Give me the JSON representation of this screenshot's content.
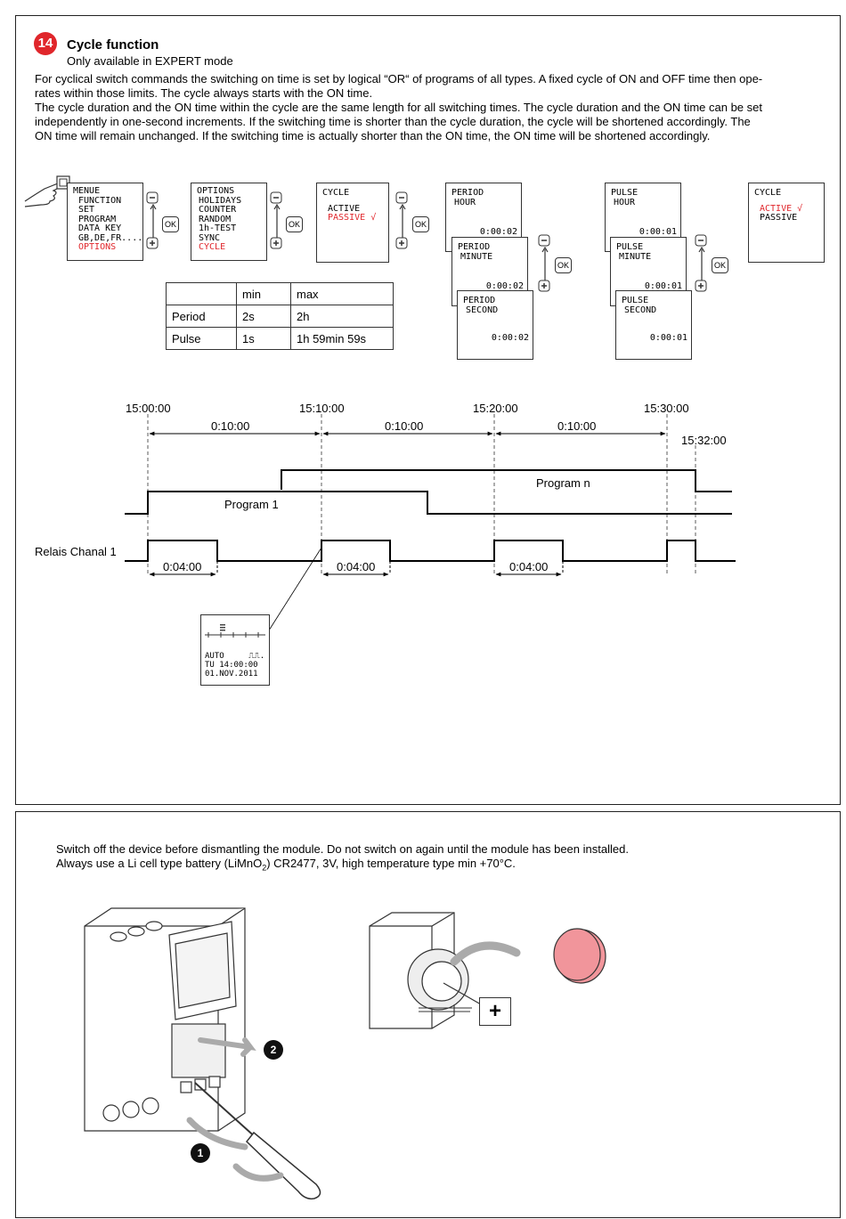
{
  "section": {
    "number": "14",
    "title": "Cycle function",
    "subtitle": "Only available in EXPERT mode",
    "paragraph1_line1": "For cyclical switch commands the switching on time is set by logical “OR“ of programs of all types. A fixed cycle of ON and OFF time then ope-",
    "paragraph1_line2": "rates within those limits. The cycle always starts with the ON time.",
    "paragraph2_line1": "The cycle duration and the ON time within the cycle are the same length for all switching times. The cycle duration and the ON time can be set",
    "paragraph2_line2": "independently in one-second increments. If the switching time is shorter than the cycle duration, the cycle will be shortened accordingly. The",
    "paragraph2_line3": "ON time will remain unchanged. If the switching time is actually shorter than the ON time, the ON time will be shortened accordingly."
  },
  "screens": {
    "menu": [
      "MENUE",
      "FUNCTION",
      "SET",
      "PROGRAM",
      "DATA KEY",
      "GB,DE,FR...."
    ],
    "menu_selected": "OPTIONS",
    "options": [
      "OPTIONS",
      "HOLIDAYS",
      "COUNTER",
      "RANDOM",
      "1h-TEST",
      "SYNC"
    ],
    "options_selected": "CYCLE",
    "cycle1_title": "CYCLE",
    "cycle1_active": "ACTIVE",
    "cycle1_passive": "PASSIVE",
    "period_hour": [
      "PERIOD",
      "HOUR"
    ],
    "period_hour_val": "0:00:02",
    "period_minute": [
      "PERIOD",
      "MINUTE"
    ],
    "period_minute_val": "0:00:02",
    "period_second": [
      "PERIOD",
      "SECOND"
    ],
    "period_second_val": "0:00:02",
    "pulse_hour": [
      "PULSE",
      "HOUR"
    ],
    "pulse_hour_val": "0:00:01",
    "pulse_minute": [
      "PULSE",
      "MINUTE"
    ],
    "pulse_minute_val": "0:00:01",
    "pulse_second": [
      "PULSE",
      "SECOND"
    ],
    "pulse_second_val": "0:00:01",
    "cycle2_title": "CYCLE",
    "cycle2_active": "ACTIVE",
    "cycle2_passive": "PASSIVE",
    "check_mark": "√",
    "ok_label": "OK",
    "minus_label": "−",
    "plus_label": "+"
  },
  "table": {
    "headers": [
      "",
      "min",
      "max"
    ],
    "rows": [
      [
        "Period",
        "2s",
        "2h"
      ],
      [
        "Pulse",
        "1s",
        "1h 59min 59s"
      ]
    ]
  },
  "timing": {
    "t0": "15:00:00",
    "t1": "15:10:00",
    "t2": "15:20:00",
    "t3": "15:30:00",
    "t4": "15:32:00",
    "interval1": "0:10:00",
    "interval2": "0:10:00",
    "interval3": "0:10:00",
    "program_n": "Program n",
    "program_1": "Program 1",
    "relais_label": "Relais Chanal 1",
    "on1": "0:04:00",
    "on2": "0:04:00",
    "on3": "0:04:00",
    "display_mode": "AUTO",
    "display_time": "TU 14:00:00",
    "display_date": "01.NOV.2011"
  },
  "battery": {
    "line1": "Switch off the device before dismantling the module. Do not switch on again until the module has been installed.",
    "line2_prefix": "Always use a Li cell type battery (LiMnO",
    "line2_sub": "2",
    "line2_suffix": ") CR2477, 3V, high temperature type min +70°C.",
    "step1": "1",
    "step2": "2",
    "plus_box": "+"
  },
  "colors": {
    "accent_red": "#e0262b",
    "battery_pink": "#f1959b"
  }
}
